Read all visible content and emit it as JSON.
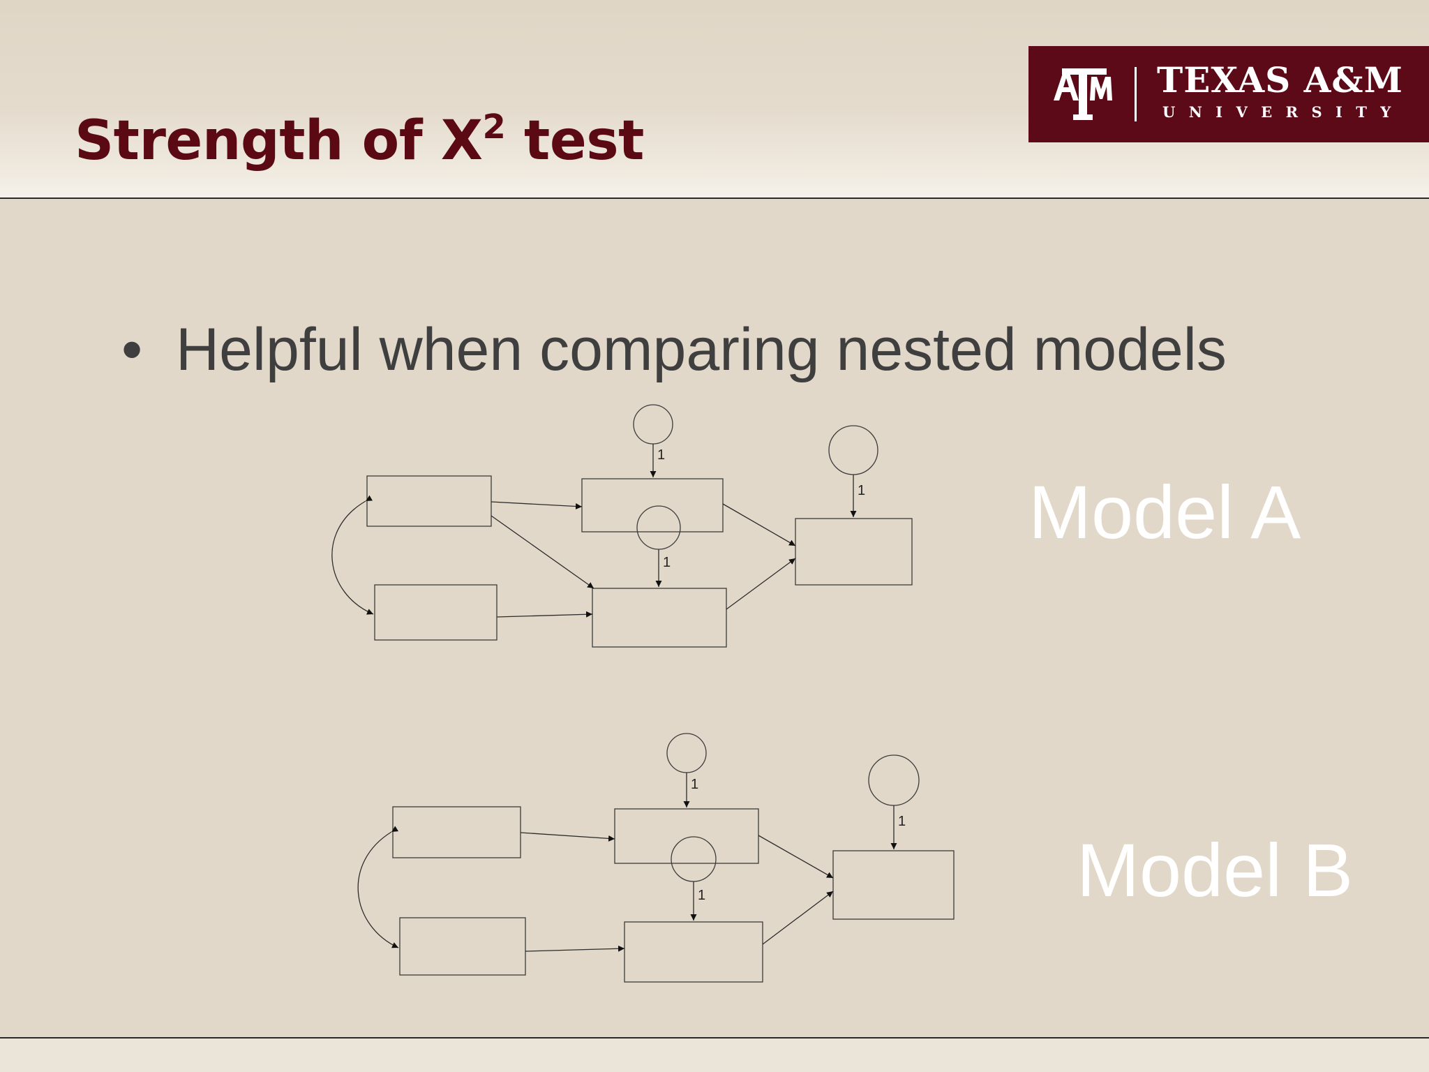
{
  "slide": {
    "title": "Strength of X",
    "title_superscript": "2",
    "title_suffix": " test",
    "bullet_symbol": "•",
    "bullet_text": "Helpful when comparing nested models"
  },
  "logo": {
    "name": "TEXAS A&M",
    "subtitle": "UNIVERSITY",
    "mark_text": "ATM",
    "icon": "aggie-atm-logo-icon"
  },
  "models": [
    {
      "label": "Model A",
      "paths": [
        "1",
        "1",
        "1"
      ]
    },
    {
      "label": "Model B",
      "paths": [
        "1",
        "1",
        "1"
      ]
    }
  ],
  "colors": {
    "background": "#e2d8c9",
    "title": "#5b0a14",
    "logo_background": "#5c0a18",
    "bullet_text": "#3f3f3f",
    "model_label": "#ffffff"
  }
}
